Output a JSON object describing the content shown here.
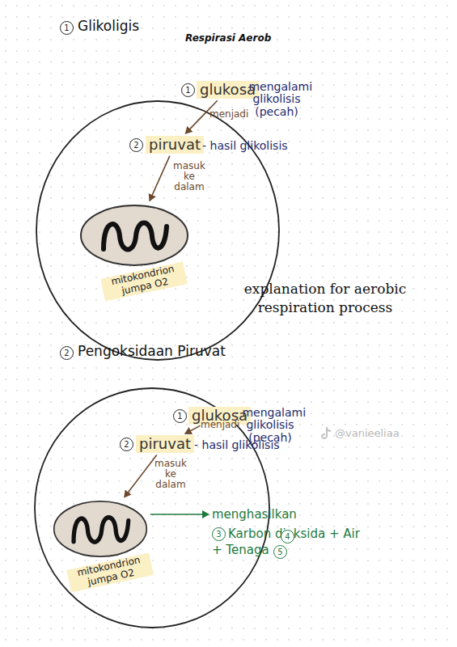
{
  "diagram": {
    "title": "Respirasi Aerob",
    "nodes": [
      {
        "text": [
          "glukosa"
        ]
      },
      {
        "text": [
          "piruvat"
        ]
      },
      {
        "text": [
          "mitokondrion jumpa O2"
        ]
      },
      {
        "text": [
          "glukosa"
        ]
      },
      {
        "text": [
          "piruvat"
        ]
      },
      {
        "text": [
          "mitokondrion jumpa O2"
        ]
      },
      {
        "text": [
          "menghasilkan",
          "Karbon dioksida + Air",
          "+ Tenaga"
        ]
      }
    ],
    "edges": [
      {
        "from": 0,
        "to": 1,
        "label": "menjadi",
        "arrow": "to"
      },
      {
        "from": 1,
        "to": 2,
        "label": "masuk ke dalam",
        "arrow": "to"
      },
      {
        "from": 3,
        "to": 4,
        "label": "menjadi",
        "arrow": "to"
      },
      {
        "from": 4,
        "to": 5,
        "label": "masuk ke dalam",
        "arrow": "to"
      },
      {
        "from": 5,
        "to": 6,
        "arrow": "to"
      }
    ],
    "labels": [
      "1",
      "Glikoligis",
      "1",
      "- mengalami glikolisis (pecah)",
      "2",
      "- hasil glikolisis",
      "explanation for aerobic respiration process",
      "2",
      "Pengoksidaan Piruvat",
      "1",
      "- mengalami glikolisis (pecah)",
      "2",
      "- hasil glikolisis",
      "@vanieeliaa",
      "3",
      "4",
      "5"
    ]
  }
}
